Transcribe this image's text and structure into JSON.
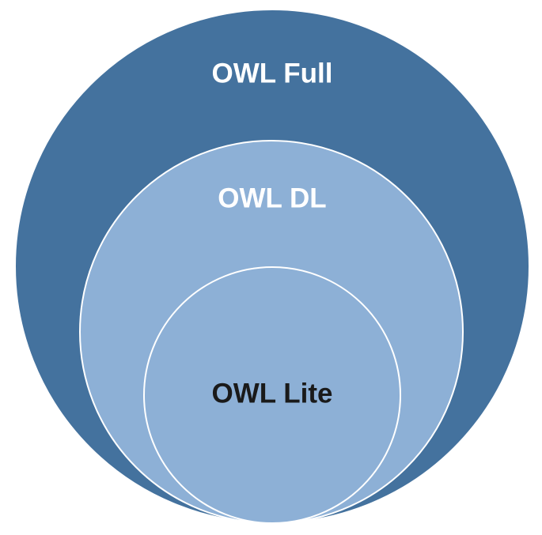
{
  "diagram": {
    "outer": {
      "label": "OWL Full",
      "fill": "#44729e",
      "label_color": "#ffffff"
    },
    "middle": {
      "label": "OWL DL",
      "fill": "#8db0d6",
      "label_color": "#ffffff"
    },
    "inner": {
      "label": "OWL Lite",
      "fill": "#8db0d6",
      "label_color": "#1a1a1a"
    },
    "stroke_color": "#ffffff",
    "background": "#ffffff"
  }
}
